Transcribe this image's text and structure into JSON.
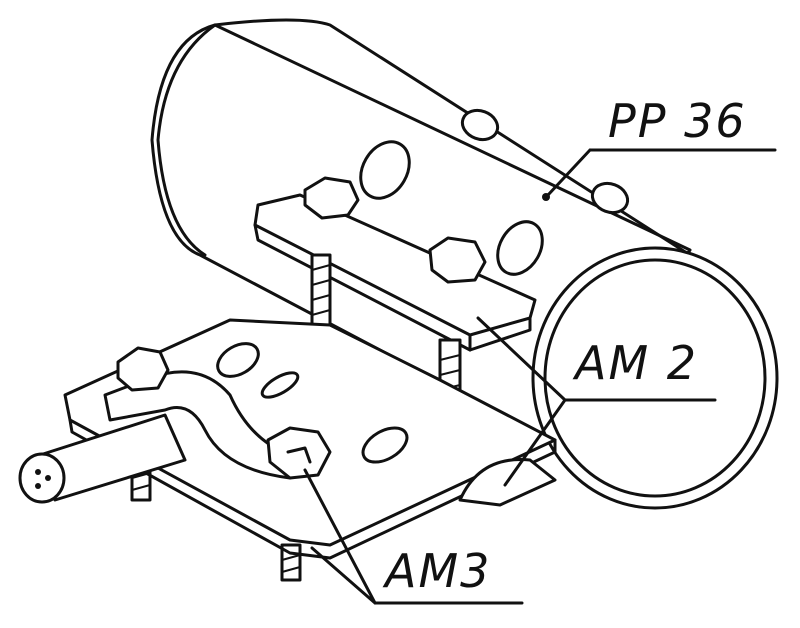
{
  "labels": {
    "pipe_clamp": "PP 36",
    "connector_a": "AM 2",
    "connector_b": "AM3"
  }
}
